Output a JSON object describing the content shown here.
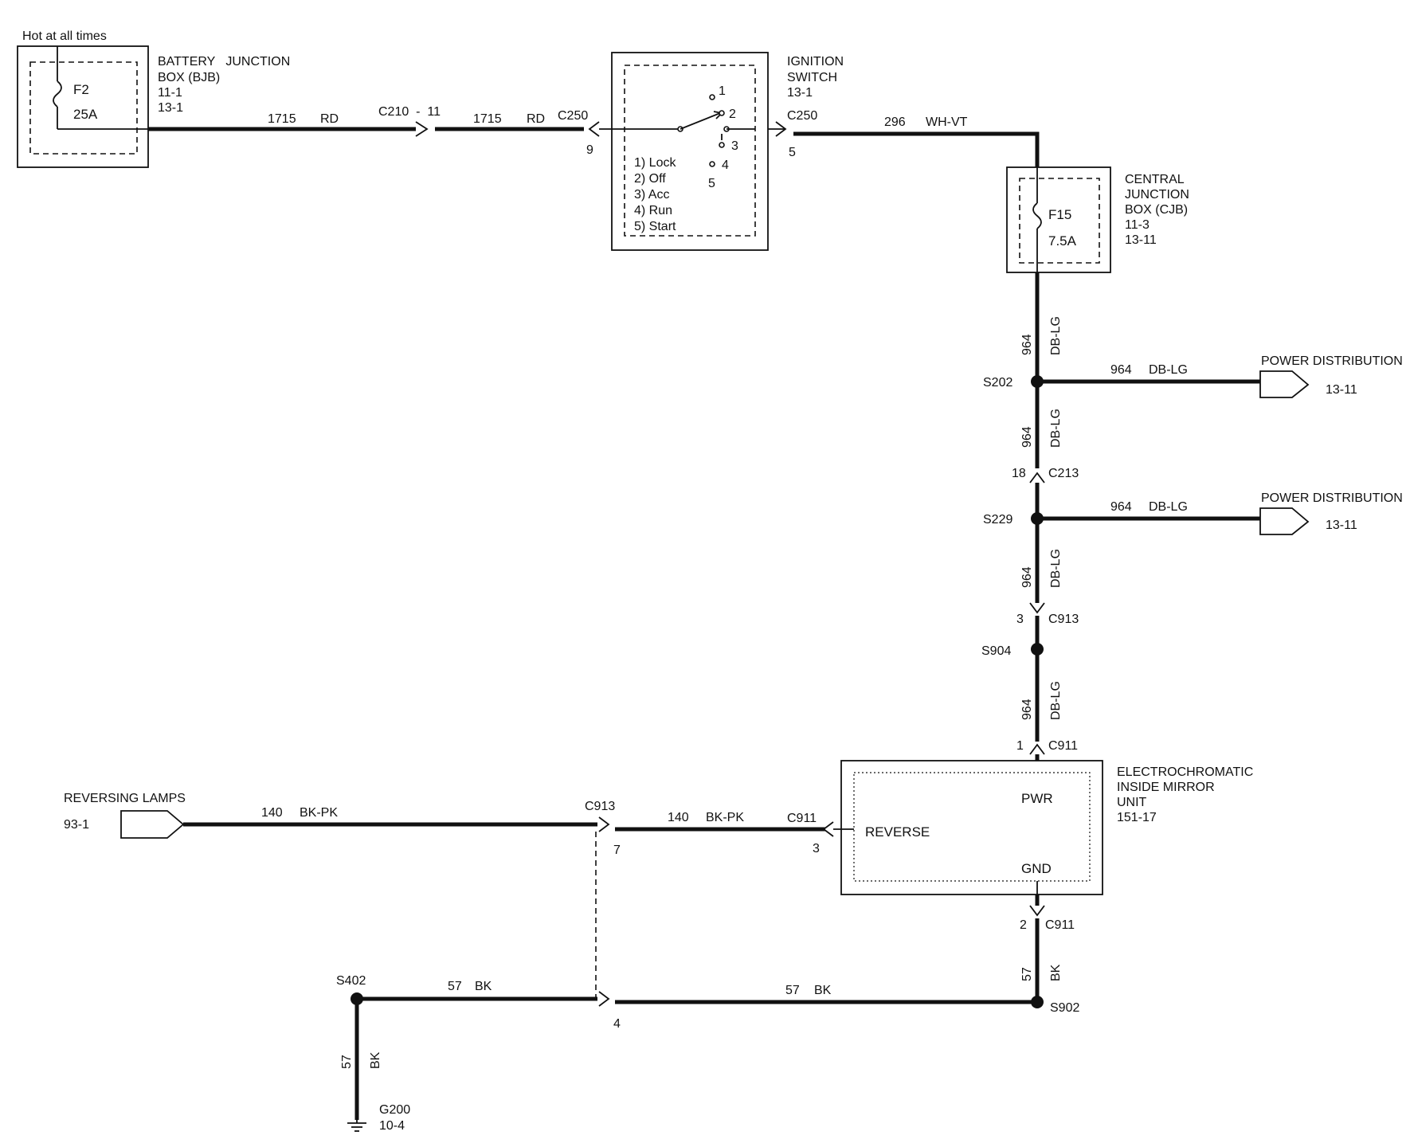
{
  "hot_label": "Hot at all times",
  "bjb": {
    "lines": [
      "BATTERY   JUNCTION",
      "BOX (BJB)",
      "11-1",
      "13-1"
    ],
    "fuse": "F2",
    "rating": "25A"
  },
  "wire_bjb_a": {
    "num": "1715",
    "color": "RD"
  },
  "c210": "C210  -  11",
  "wire_bjb_b": {
    "num": "1715",
    "color": "RD"
  },
  "c250_in": {
    "conn": "C250",
    "pin": "9"
  },
  "ignition": {
    "lines": [
      "IGNITION",
      "SWITCH",
      "13-1"
    ],
    "legend": [
      "1) Lock",
      "2) Off",
      "3) Acc",
      "4) Run",
      "5) Start"
    ],
    "pos": [
      "1",
      "2",
      "3",
      "4",
      "5"
    ]
  },
  "c250_out": {
    "conn": "C250",
    "pin": "5"
  },
  "wire_296": {
    "num": "296",
    "color": "WH-VT"
  },
  "cjb": {
    "lines": [
      "CENTRAL",
      "JUNCTION",
      "BOX (CJB)",
      "11-3",
      "13-11"
    ],
    "fuse": "F15",
    "rating": "7.5A"
  },
  "vert_wires": [
    {
      "num": "964",
      "color": "DB-LG"
    },
    {
      "num": "964",
      "color": "DB-LG"
    },
    {
      "num": "964",
      "color": "DB-LG"
    },
    {
      "num": "964",
      "color": "DB-LG"
    }
  ],
  "s202": "S202",
  "s229": "S229",
  "s904": "S904",
  "branch_wires": [
    {
      "num": "964",
      "color": "DB-LG"
    },
    {
      "num": "964",
      "color": "DB-LG"
    }
  ],
  "power_dist": [
    {
      "label": "POWER DISTRIBUTION",
      "ref": "13-11"
    },
    {
      "label": "POWER DISTRIBUTION",
      "ref": "13-11"
    }
  ],
  "c213": {
    "conn": "C213",
    "pin": "18"
  },
  "c913_v": {
    "conn": "C913",
    "pin": "3"
  },
  "c911_v": {
    "conn": "C911",
    "pin": "1"
  },
  "mirror": {
    "lines": [
      "ELECTROCHROMATIC",
      "INSIDE MIRROR",
      "UNIT",
      "151-17"
    ],
    "pwr": "PWR",
    "reverse": "REVERSE",
    "gnd": "GND"
  },
  "reversing": {
    "label": "REVERSING LAMPS",
    "ref": "93-1"
  },
  "wire_140_a": {
    "num": "140",
    "color": "BK-PK"
  },
  "wire_140_b": {
    "num": "140",
    "color": "BK-PK"
  },
  "c913_h": {
    "conn": "C913",
    "pin": "7"
  },
  "c911_h": {
    "conn": "C911",
    "pin": "3"
  },
  "c911_gnd": {
    "conn": "C911",
    "pin": "2"
  },
  "wire_57_v": {
    "num": "57",
    "color": "BK"
  },
  "s902": "S902",
  "s402": "S402",
  "wire_57_a": {
    "num": "57",
    "color": "BK"
  },
  "wire_57_b": {
    "num": "57",
    "color": "BK"
  },
  "pin_4": "4",
  "wire_57_g": {
    "num": "57",
    "color": "BK"
  },
  "g200": {
    "name": "G200",
    "ref": "10-4"
  }
}
